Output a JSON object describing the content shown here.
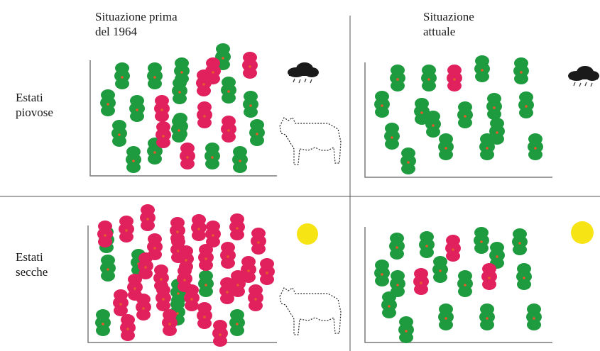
{
  "headers": {
    "before": "Situazione prima\ndel 1964",
    "current": "Situazione\nattuale"
  },
  "rows": {
    "rainy": "Estati\npiovose",
    "dry": "Estati\nsecche"
  },
  "colors": {
    "green_plant": "#1e9a3f",
    "red_plant": "#e0215e",
    "dot": "#e65a2a",
    "sun": "#f7e414",
    "cloud": "#1a1a1a",
    "axis": "#7a7a7a",
    "divider": "#555555"
  },
  "icons": {
    "rain": "rain-cloud-icon",
    "sun": "sun-icon",
    "cow": "cow-icon"
  },
  "populations": {
    "rainy_before": {
      "green": 17,
      "red": 8
    },
    "rainy_current": {
      "green": 16,
      "red": 1
    },
    "dry_before": {
      "green": 8,
      "red": 30
    },
    "dry_current": {
      "green": 15,
      "red": 3
    }
  }
}
